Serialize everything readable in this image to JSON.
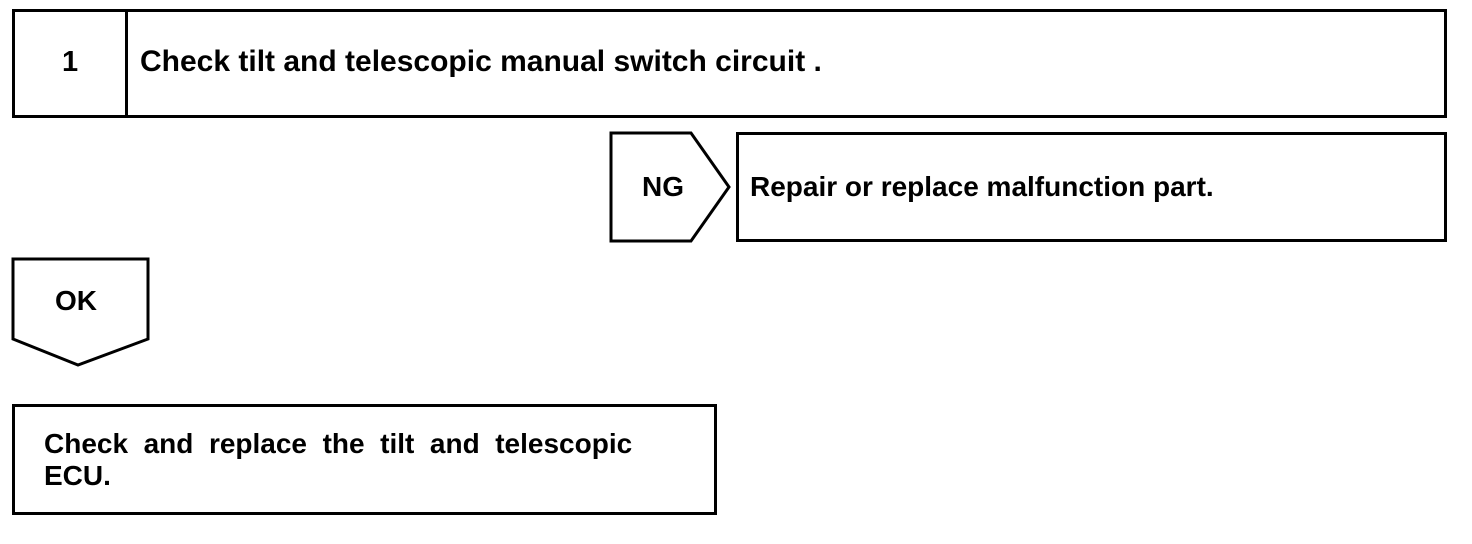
{
  "step": {
    "number": "1",
    "title": "Check tilt and telescopic manual switch circuit ."
  },
  "ng_branch": {
    "label": "NG",
    "action": "Repair or replace malfunction part."
  },
  "ok_branch": {
    "label": "OK",
    "action_line1": "Check  and  replace  the  tilt  and  telescopic",
    "action_line2": "ECU."
  }
}
